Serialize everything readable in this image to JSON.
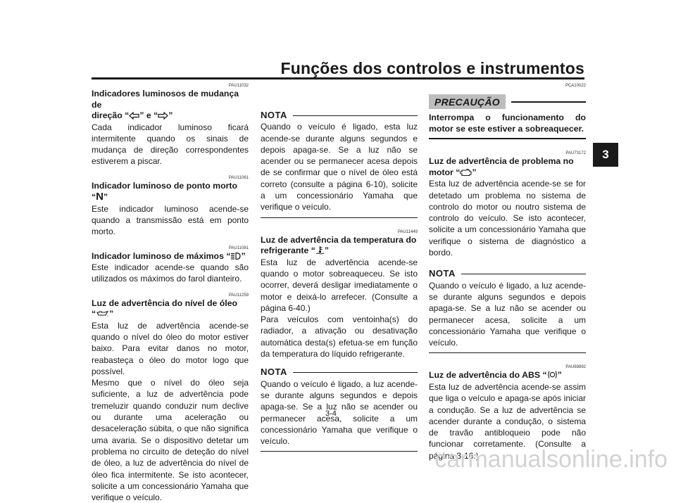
{
  "header": {
    "title": "Funções dos controlos e instrumentos"
  },
  "chapter_tab": "3",
  "page_number": "3-4",
  "col1": {
    "s1": {
      "code": "PAU11032",
      "title_a": "Indicadores luminosos de mudança de",
      "title_b": "direção “",
      "title_mid": "” e “",
      "title_end": "”",
      "body": "Cada indicador luminoso ficará intermitente quando os sinais de mudança de direção correspondentes estiverem a piscar."
    },
    "s2": {
      "code": "PAU11061",
      "title": "Indicador luminoso de ponto morto “",
      "symbol": "N",
      "title_end": "”",
      "body": "Este indicador luminoso acende-se quando a transmissão está em ponto morto."
    },
    "s3": {
      "code": "PAU11081",
      "title": "Indicador luminoso de máximos “",
      "title_end": "”",
      "body": "Este indicador acende-se quando são utilizados os máximos do farol dianteiro."
    },
    "s4": {
      "code": "PAU11259",
      "title": "Luz de advertência do nível de óleo",
      "title_b": "“",
      "title_end": "”",
      "body1": "Esta luz de advertência acende-se quando o nível do óleo do motor estiver baixo. Para evitar danos no motor, reabasteça o óleo do motor logo que possível.",
      "body2": "Mesmo que o nível do óleo seja suficiente, a luz de advertência pode tremeluzir quando conduzir num declive ou durante uma aceleração ou desaceleração súbita, o que não significa uma avaria. Se o dispositivo detetar um problema no circuito de deteção do nível de óleo, a luz de advertência do nível de óleo fica intermitente. Se isto acontecer, solicite a um concessionário Yamaha que verifique o veículo."
    }
  },
  "col2": {
    "nota1": {
      "label": "NOTA",
      "body": "Quando o veículo é ligado, esta luz acende-se durante alguns segundos e depois apaga-se. Se a luz não se acender ou se permanecer acesa depois de se confirmar que o nível de óleo está correto (consulte a página 6-10), solicite a um concessionário Yamaha que verifique o veículo."
    },
    "s5": {
      "code": "PAU11449",
      "title": "Luz de advertência da temperatura do refrigerante “",
      "title_end": "”",
      "body1": "Esta luz de advertência acende-se quando o motor sobreaqueceu. Se isto ocorrer, deverá desligar imediatamente o motor e deixá-lo arrefecer. (Consulte a página 6-40.)",
      "body2": "Para veículos com ventoinha(s) do radiador, a ativação ou desativação automática desta(s) efetua-se em função da temperatura do líquido refrigerante."
    },
    "nota2": {
      "label": "NOTA",
      "body": "Quando o veículo é ligado, a luz acende-se durante alguns segundos e depois apaga-se. Se a luz não se acender ou permanecer acesa, solicite a um concessionário Yamaha que verifique o veículo."
    }
  },
  "col3": {
    "precaucao": {
      "code": "PCA10022",
      "label": "PRECAUÇÃO",
      "body": "Interrompa o funcionamento do motor se este estiver a sobreaquecer."
    },
    "s6": {
      "code": "PAU73172",
      "title": "Luz de advertência de problema no motor “",
      "title_end": "”",
      "body": "Esta luz de advertência acende-se se for detetado um problema no sistema de controlo do motor ou noutro sistema de controlo do veículo. Se isto acontecer, solicite a um concessionário Yamaha que verifique o sistema de diagnóstico a bordo."
    },
    "nota3": {
      "label": "NOTA",
      "body": "Quando o veículo é ligado, a luz acende-se durante alguns segundos e depois apaga-se. Se a luz não se acender ou permanecer acesa, solicite a um concessionário Yamaha que verifique o veículo."
    },
    "s7": {
      "code": "PAU69892",
      "title": "Luz de advertência do ABS “",
      "title_end": "”",
      "body": "Esta luz de advertência acende-se assim que liga o veículo e apaga-se após iniciar a condução. Se a luz de advertência se acender durante a condução, o sistema de travão antibloqueio pode não funcionar corretamente. (Consulte a página 3-16.)"
    }
  },
  "watermark": "carmanualsonline.info"
}
